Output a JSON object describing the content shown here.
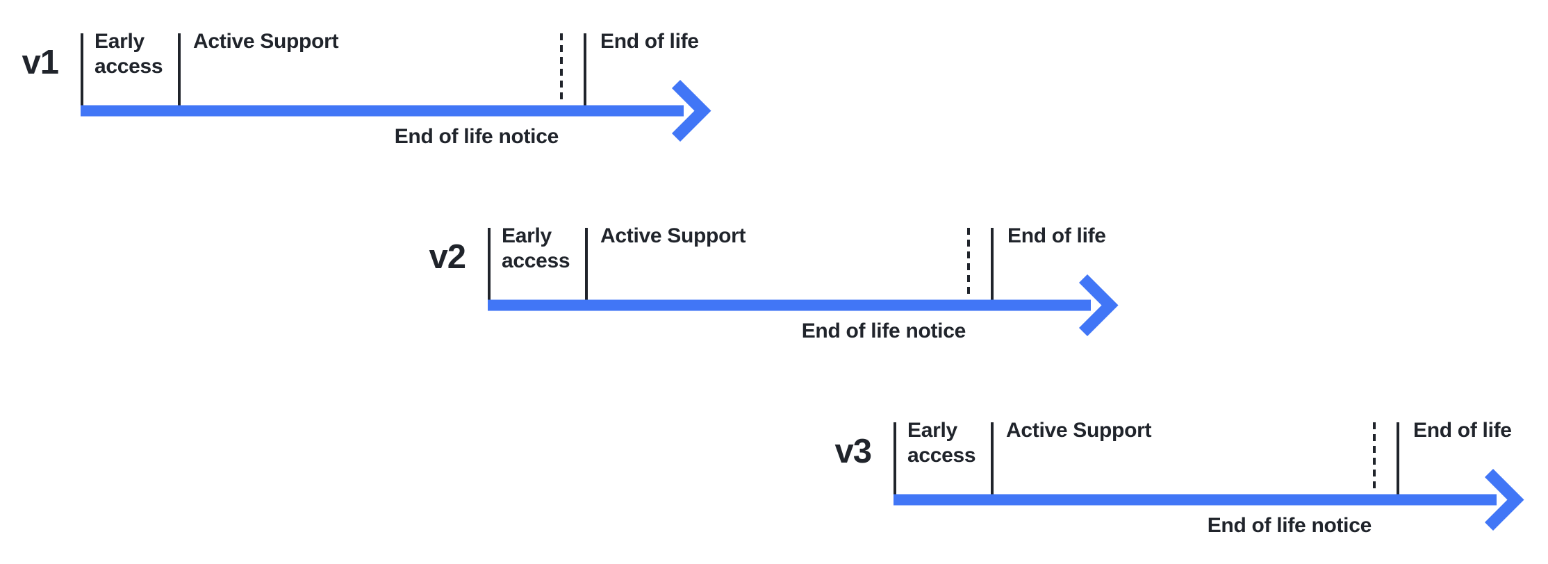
{
  "diagram": {
    "title": "version-lifecycle-timelines",
    "background": "#ffffff",
    "colors": {
      "arrow": "#4176F6",
      "ink": "#20242B"
    },
    "timelines": [
      {
        "version": "v1",
        "phases": {
          "early_access": "Early access",
          "active_support": "Active Support",
          "end_of_life": "End of life"
        },
        "annotation": {
          "end_of_life_notice": "End of life notice"
        }
      },
      {
        "version": "v2",
        "phases": {
          "early_access": "Early access",
          "active_support": "Active Support",
          "end_of_life": "End of life"
        },
        "annotation": {
          "end_of_life_notice": "End of life notice"
        }
      },
      {
        "version": "v3",
        "phases": {
          "early_access": "Early access",
          "active_support": "Active Support",
          "end_of_life": "End of life"
        },
        "annotation": {
          "end_of_life_notice": "End of life notice"
        }
      }
    ]
  }
}
